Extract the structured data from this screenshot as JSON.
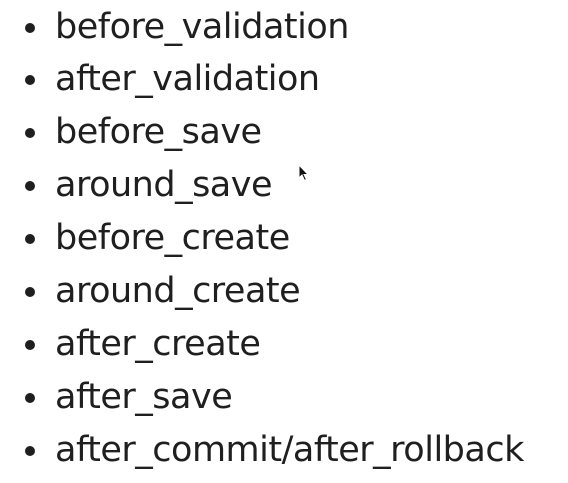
{
  "callbacks": [
    "before_validation",
    "after_validation",
    "before_save",
    "around_save",
    "before_create",
    "around_create",
    "after_create",
    "after_save",
    "after_commit/after_rollback"
  ],
  "cursor": {
    "icon": "mouse-pointer-icon"
  }
}
